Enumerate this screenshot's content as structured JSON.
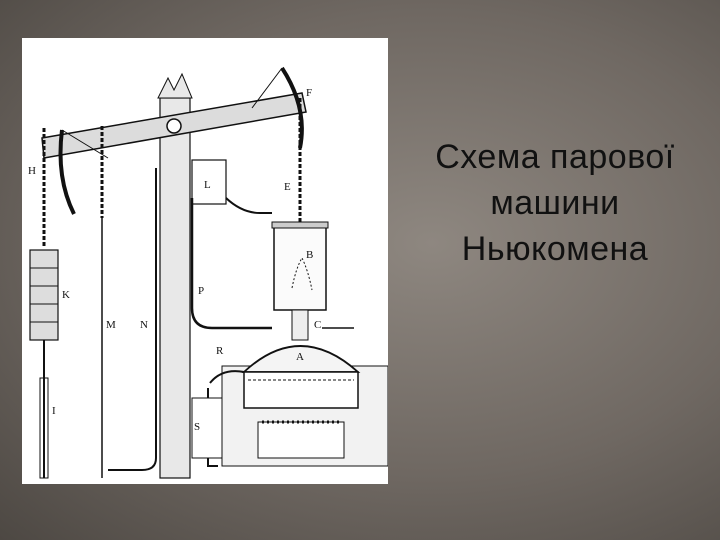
{
  "slide": {
    "title_lines": [
      "Схема парової",
      "машини",
      "Ньюкомена"
    ]
  },
  "diagram": {
    "labels": {
      "F": "F",
      "H": "H",
      "E": "E",
      "L": "L",
      "B": "B",
      "K": "K",
      "P": "P",
      "M": "M",
      "N": "N",
      "C": "C",
      "R": "R",
      "A": "A",
      "I": "I",
      "S": "S"
    }
  },
  "colors": {
    "background": "#6f6862",
    "title_text": "#111111",
    "panel": "#ffffff",
    "ink": "#111111"
  }
}
